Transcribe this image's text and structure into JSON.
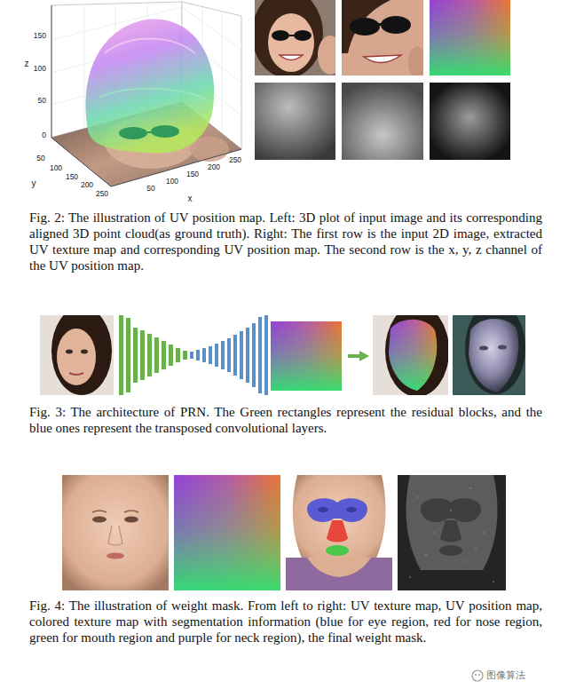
{
  "diagram": {
    "labels": [
      "z",
      "150",
      "100",
      "50",
      "0",
      "50",
      "100",
      "150",
      "200",
      "250",
      "y",
      "50",
      "100",
      "150",
      "200",
      "250",
      "x",
      "Fig. 2: The illustration of UV position map. Left: 3D plot of input image and its corresponding aligned 3D point cloud(as ground truth). Right: The first row is the input 2D image, extracted UV texture map and corresponding UV position map. The second row is the x, y, z channel of the UV position map.",
      "Fig. 3: The architecture of PRN. The Green rectangles represent the residual blocks, and the blue ones represent the transposed convolutional layers.",
      "Fig. 4: The illustration of weight mask. From left to right: UV texture map, UV position map, colored texture map with segmentation information (blue for eye region, red for nose region, green for mouth region and purple for neck region), the final weight mask.",
      "图像算法"
    ]
  }
}
